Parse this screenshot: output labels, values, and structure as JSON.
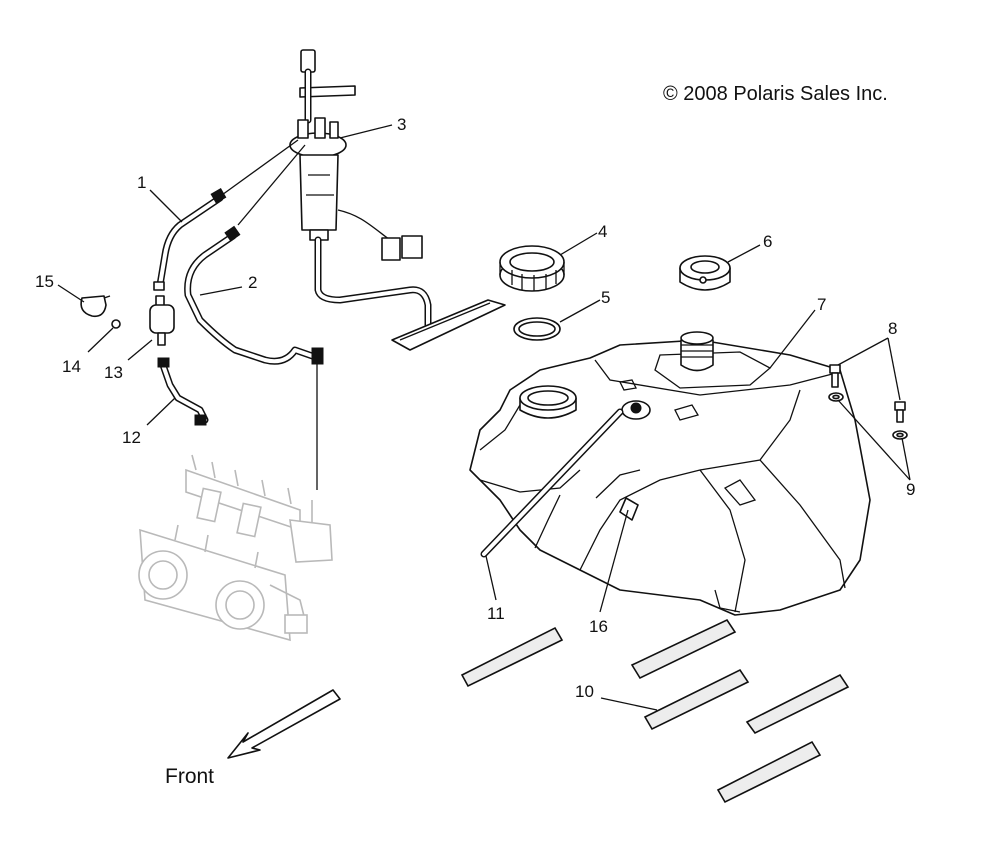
{
  "copyright": "© 2008 Polaris Sales Inc.",
  "front_label": "Front",
  "callouts": {
    "c1": "1",
    "c2": "2",
    "c3": "3",
    "c4": "4",
    "c5": "5",
    "c6": "6",
    "c7": "7",
    "c8": "8",
    "c9": "9",
    "c10": "10",
    "c11": "11",
    "c12": "12",
    "c13": "13",
    "c14": "14",
    "c15": "15",
    "c16": "16"
  }
}
